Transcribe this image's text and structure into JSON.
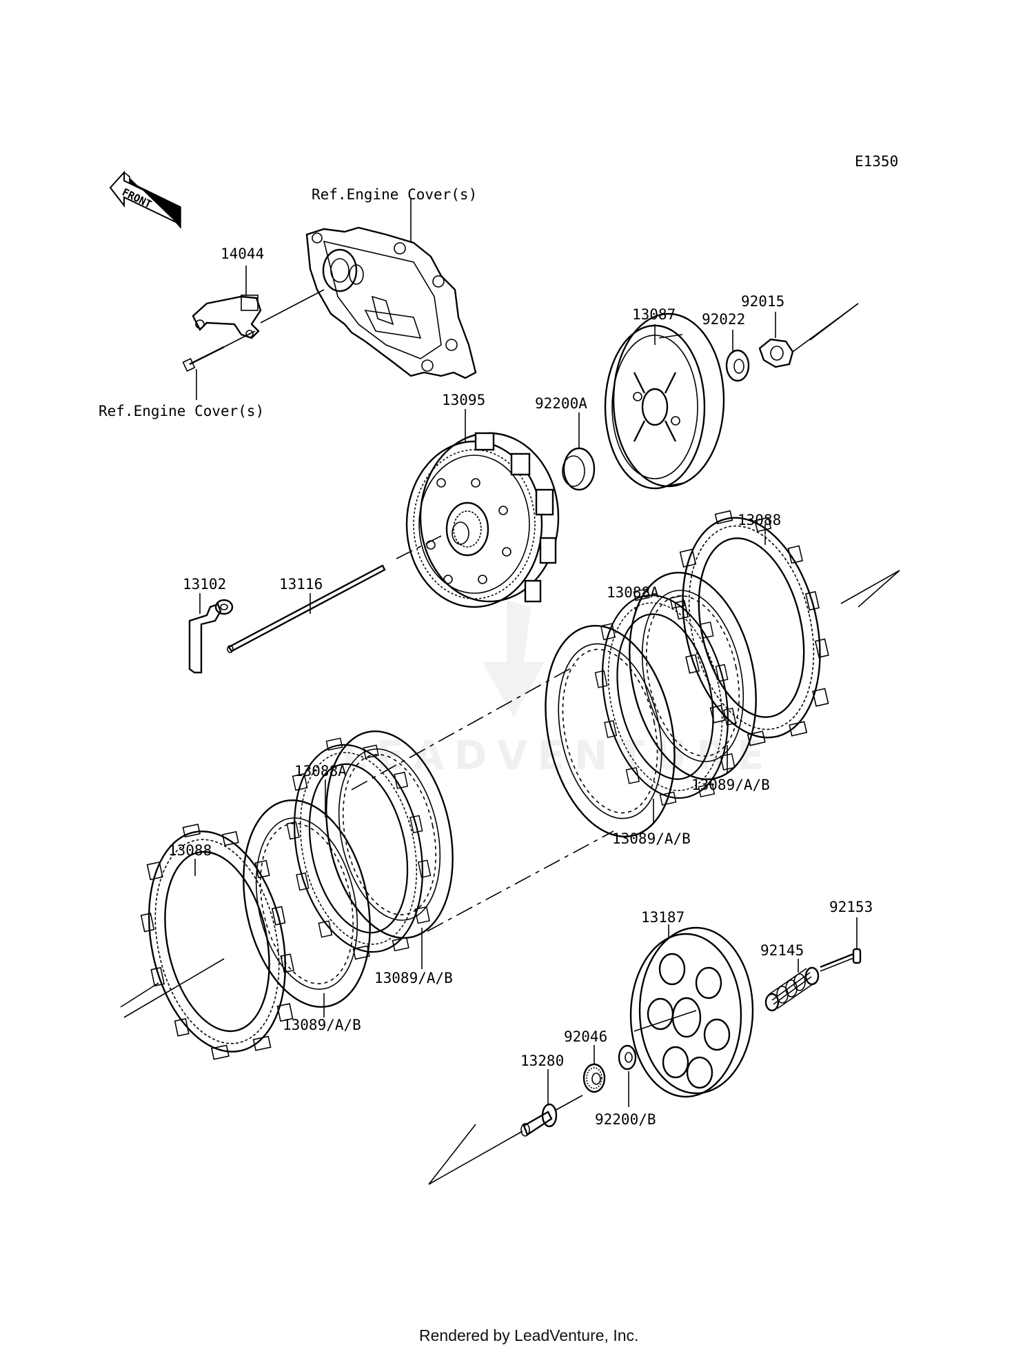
{
  "diagram": {
    "code": "E1350",
    "front_label": "FRONT",
    "footer": "Rendered by LeadVenture, Inc.",
    "watermark": "LEADVENTURE",
    "ref_labels": [
      "Ref.Engine Cover(s)",
      "Ref.Engine Cover(s)"
    ],
    "parts": [
      {
        "id": "p14044",
        "number": "14044"
      },
      {
        "id": "p13087",
        "number": "13087"
      },
      {
        "id": "p92022",
        "number": "92022"
      },
      {
        "id": "p92015",
        "number": "92015"
      },
      {
        "id": "p13095",
        "number": "13095"
      },
      {
        "id": "p92200A",
        "number": "92200A"
      },
      {
        "id": "p13088_top",
        "number": "13088"
      },
      {
        "id": "p13102",
        "number": "13102"
      },
      {
        "id": "p13116",
        "number": "13116"
      },
      {
        "id": "p13088A_top",
        "number": "13088A"
      },
      {
        "id": "p13089_r1",
        "number": "13089/A/B"
      },
      {
        "id": "p13089_r2",
        "number": "13089/A/B"
      },
      {
        "id": "p13088A_bot",
        "number": "13088A"
      },
      {
        "id": "p13088_bot",
        "number": "13088"
      },
      {
        "id": "p13089_l1",
        "number": "13089/A/B"
      },
      {
        "id": "p13089_l2",
        "number": "13089/A/B"
      },
      {
        "id": "p13187",
        "number": "13187"
      },
      {
        "id": "p92153",
        "number": "92153"
      },
      {
        "id": "p92145",
        "number": "92145"
      },
      {
        "id": "p92046",
        "number": "92046"
      },
      {
        "id": "p13280",
        "number": "13280"
      },
      {
        "id": "p92200B",
        "number": "92200/B"
      }
    ]
  }
}
